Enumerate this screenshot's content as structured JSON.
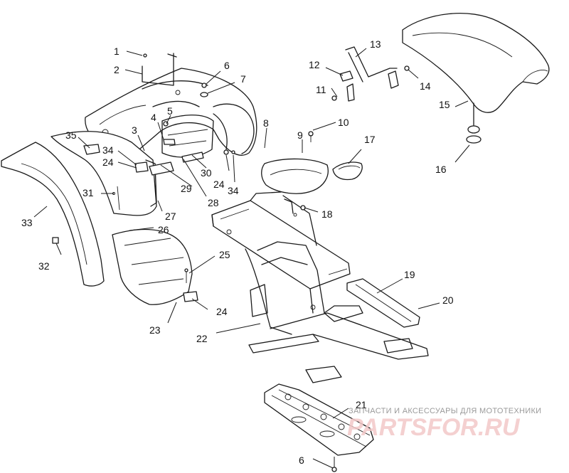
{
  "callouts": {
    "c1": "1",
    "c2": "2",
    "c3": "3",
    "c4": "4",
    "c5": "5",
    "c6a": "6",
    "c6b": "6",
    "c7": "7",
    "c8": "8",
    "c9": "9",
    "c10": "10",
    "c11": "11",
    "c12": "12",
    "c13": "13",
    "c14": "14",
    "c15": "15",
    "c16": "16",
    "c17": "17",
    "c18": "18",
    "c19": "19",
    "c20": "20",
    "c21": "21",
    "c22": "22",
    "c23": "23",
    "c24a": "24",
    "c24b": "24",
    "c24c": "24",
    "c25": "25",
    "c26": "26",
    "c27": "27",
    "c28": "28",
    "c29": "29",
    "c30": "30",
    "c31": "31",
    "c32": "32",
    "c33": "33",
    "c34a": "34",
    "c34b": "34",
    "c35": "35"
  },
  "watermark": {
    "tagline": "ЗАПЧАСТИ И АКСЕССУАРЫ ДЛЯ МОТОТЕХНИКИ",
    "logo": "PARTSFOR.RU"
  },
  "colors": {
    "line": "#1a1a1a",
    "background": "#ffffff",
    "watermark_logo": "#f3c8c8",
    "watermark_text": "#9a9a9a"
  }
}
